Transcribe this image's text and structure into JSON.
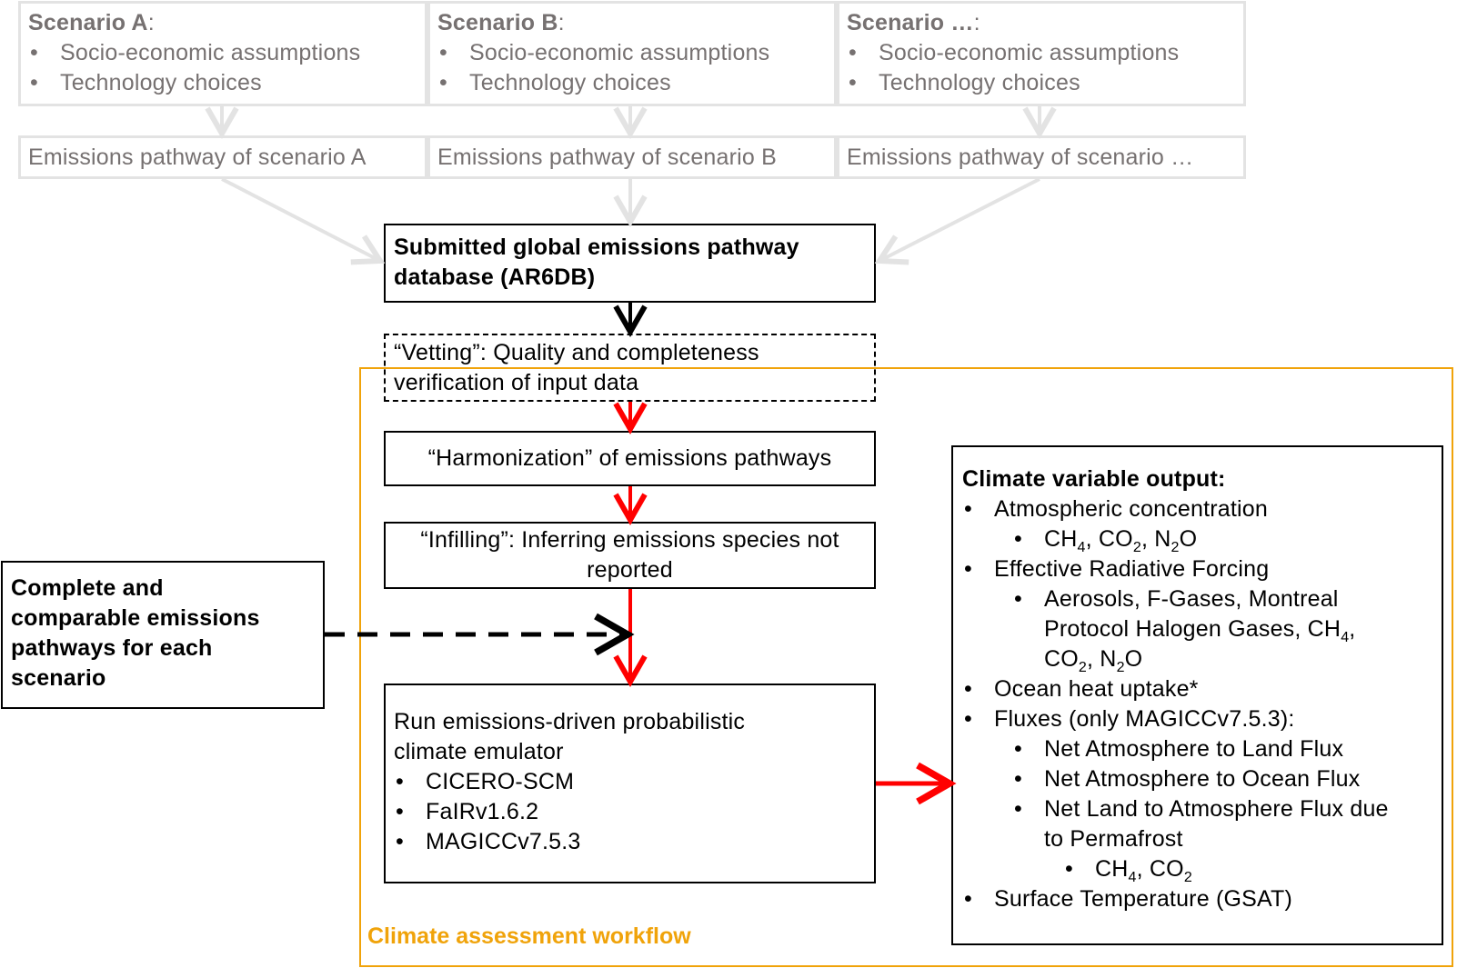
{
  "scenarios": [
    {
      "title": "Scenario A",
      "suffix": ":",
      "bullets": [
        "Socio-economic assumptions",
        "Technology choices"
      ],
      "pathway": "Emissions pathway of scenario A"
    },
    {
      "title": "Scenario B",
      "suffix": ":",
      "bullets": [
        "Socio-economic assumptions",
        "Technology choices"
      ],
      "pathway": "Emissions pathway of scenario B"
    },
    {
      "title": "Scenario …",
      "suffix": ":",
      "bullets": [
        "Socio-economic assumptions",
        "Technology choices"
      ],
      "pathway": "Emissions pathway of scenario …"
    }
  ],
  "database": {
    "line1": "Submitted global emissions pathway",
    "line2": "database (AR6DB)"
  },
  "vetting": {
    "line1": "“Vetting”: Quality and completeness",
    "line2": "verification  of input data"
  },
  "harmonization": "“Harmonization” of emissions pathways",
  "infilling": {
    "line1": "“Infilling”: Inferring emissions species not",
    "line2": "reported"
  },
  "complete_box": [
    "Complete and",
    "comparable emissions",
    "pathways for each",
    "scenario"
  ],
  "emulator": {
    "line1": "Run emissions-driven  probabilistic",
    "line2": "climate emulator",
    "models": [
      "CICERO-SCM",
      "FaIRv1.6.2",
      "MAGICCv7.5.3"
    ]
  },
  "output": {
    "title": "Climate variable output:",
    "atm_conc": "Atmospheric concentration",
    "erf": "Effective Radiative Forcing",
    "erf_sub_line1": "Aerosols, F-Gases, Montreal",
    "erf_sub_line2a": "Protocol Halogen Gases, CH",
    "ocean": "Ocean heat uptake*",
    "fluxes": "Fluxes (only MAGICCv7.5.3):",
    "flux_items": [
      "Net Atmosphere to Land Flux",
      "Net Atmosphere to Ocean Flux",
      "Net Land to Atmosphere Flux due"
    ],
    "flux_cont": "to Permafrost",
    "gsat": "Surface Temperature (GSAT)"
  },
  "workflow_label": "Climate assessment workflow",
  "colors": {
    "grey_border": "#e3e3e3",
    "grey_text": "#767171",
    "workflow": "#f0a30a",
    "red_arrow": "#ff0000",
    "black": "#000000"
  }
}
